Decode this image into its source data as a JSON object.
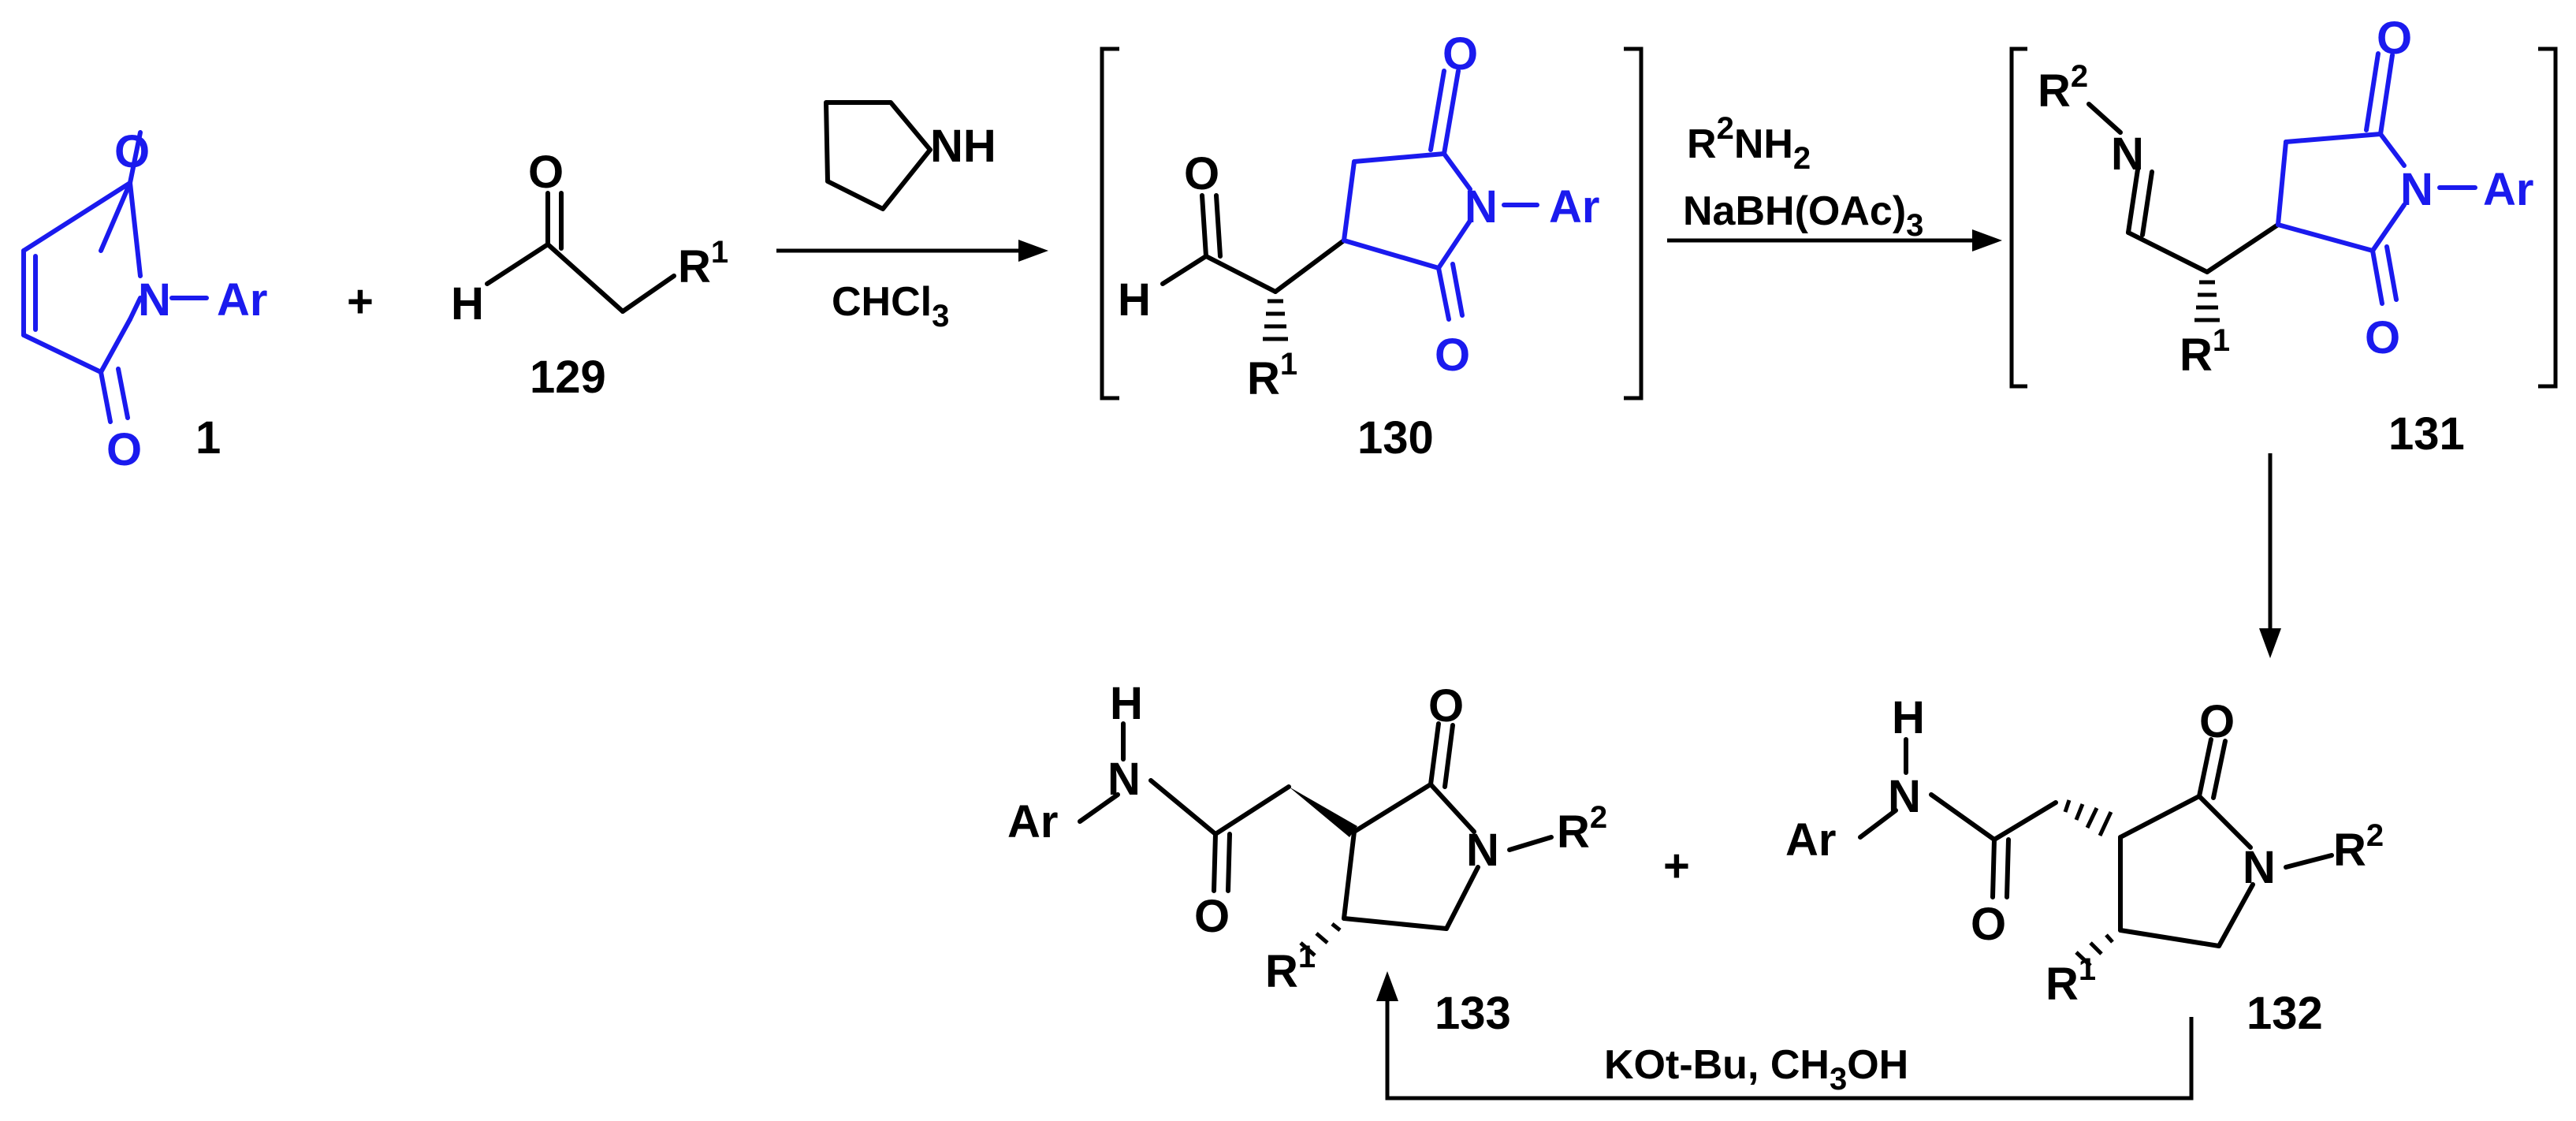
{
  "colors": {
    "bond": "#000000",
    "highlight": "#1a1aee"
  },
  "atoms": {
    "O": "O",
    "N": "N",
    "H": "H",
    "NH": "NH",
    "Ar": "Ar",
    "R": "R",
    "sup1": "1",
    "sup2": "2"
  },
  "joins": {
    "hyphen": "-"
  },
  "compounds": {
    "c1": "1",
    "c129": "129",
    "c130": "130",
    "c131": "131",
    "c132": "132",
    "c133": "133"
  },
  "plus": "+",
  "reagents": {
    "step1_below": "CHCl",
    "step1_below_sub": "3",
    "step2_line1_main": "R",
    "step2_line1_sup": "2",
    "step2_line1_rest": "NH",
    "step2_line1_sub": "2",
    "step2_line2_main": "NaBH(OAc)",
    "step2_line2_sub": "3",
    "step4_main": "KOt-Bu, CH",
    "step4_sub": "3",
    "step4_rest": "OH"
  }
}
